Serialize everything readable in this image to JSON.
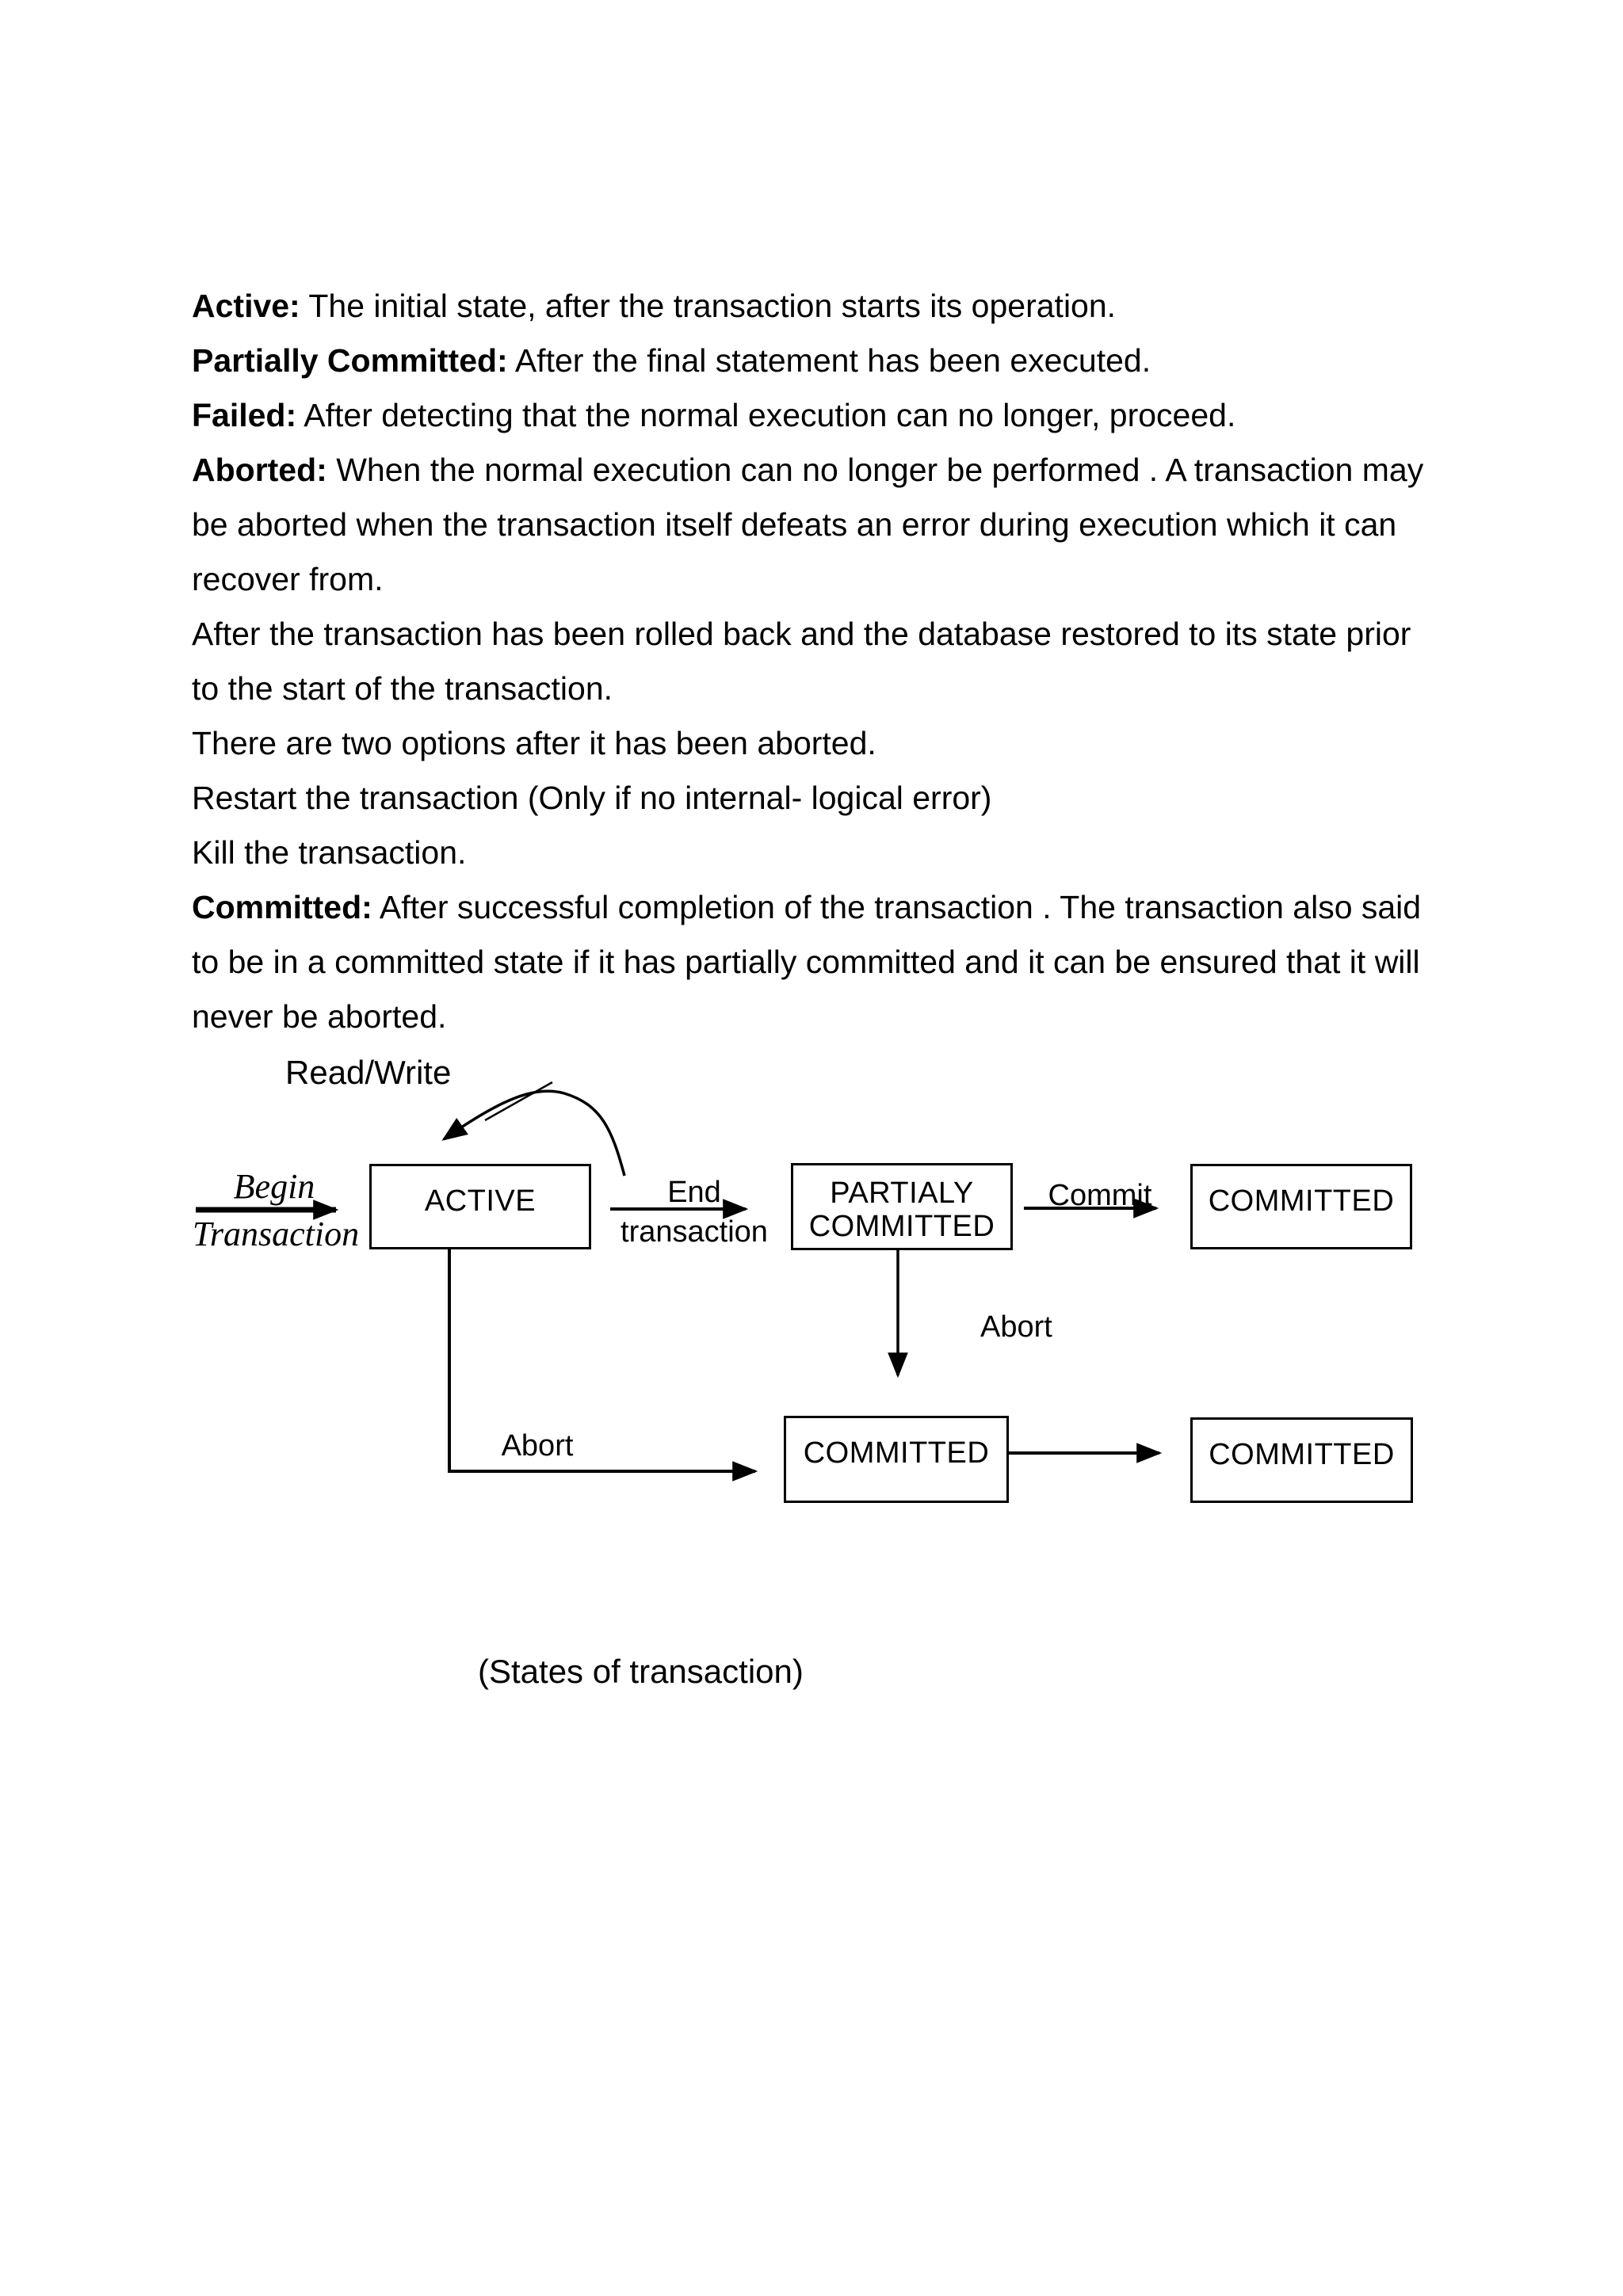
{
  "page": {
    "background": "#ffffff",
    "text_color": "#000000",
    "box_border_color": "#000000"
  },
  "paragraphs": [
    {
      "lead": "Active:",
      "text": " The initial state, after the transaction starts its operation."
    },
    {
      "lead": "Partially Committed:",
      "text": " After the final statement has been executed."
    },
    {
      "lead": "Failed:",
      "text": " After detecting that the normal execution can no longer, proceed."
    },
    {
      "lead": "Aborted:",
      "text": " When the normal execution can no longer be performed . A transaction may be aborted when the transaction itself defeats an error during execution which it can recover from."
    },
    {
      "lead": "",
      "text": "After the transaction has been rolled back and the database restored to its state prior to the start of the transaction."
    },
    {
      "lead": "",
      "text": "There are two options after it has been aborted."
    },
    {
      "lead": "",
      "text": "Restart the transaction (Only if no internal- logical error)"
    },
    {
      "lead": "",
      "text": "Kill the transaction."
    },
    {
      "lead": "Committed:",
      "text": " After successful completion of the transaction . The transaction also said to be in a committed state if it  has partially committed and it can be ensured that it will never be aborted."
    }
  ],
  "diagram": {
    "labels": {
      "read_write": "Read/Write",
      "begin_line1": "Begin",
      "begin_line2": "Transaction",
      "end_line1": "End",
      "end_line2": "transaction",
      "commit": "Commit",
      "abort_upper": "Abort",
      "abort_lower": "Abort"
    },
    "nodes": {
      "active": "ACTIVE",
      "partially_committed": [
        "PARTIALY",
        "COMMITTED"
      ],
      "committed_top_right": "COMMITTED",
      "committed_bottom_middle": "COMMITTED",
      "committed_bottom_right": "COMMITTED"
    },
    "caption": "(States of transaction)"
  }
}
